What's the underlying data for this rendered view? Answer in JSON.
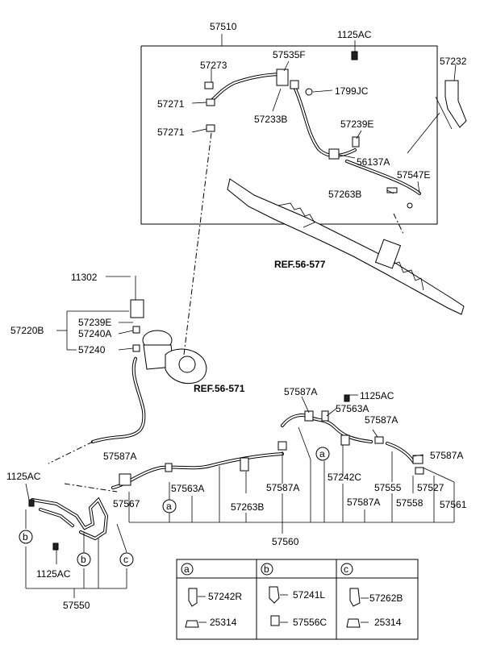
{
  "labels": {
    "p57510": "57510",
    "p1125AC_top": "1125AC",
    "p57232": "57232",
    "p57273": "57273",
    "p57535F": "57535F",
    "p1799JC": "1799JC",
    "p57271_a": "57271",
    "p57271_b": "57271",
    "p57233B": "57233B",
    "p57239E_top": "57239E",
    "p56137A": "56137A",
    "p57547E": "57547E",
    "p57263B_top": "57263B",
    "ref56577": "REF.56-577",
    "p11302": "11302",
    "p57220B": "57220B",
    "p57239E_mid": "57239E",
    "p57240A": "57240A",
    "p57240": "57240",
    "ref56571": "REF.56-571",
    "p57587A_1": "57587A",
    "p1125AC_mid": "1125AC",
    "p57563A_1": "57563A",
    "p57587A_2": "57587A",
    "p57587A_3": "57587A",
    "p57587A_4": "57587A",
    "p57242C": "57242C",
    "p57555": "57555",
    "p57527": "57527",
    "p57558": "57558",
    "p57561": "57561",
    "p57587A_5": "57587A",
    "p57587A_6": "57587A",
    "p57563A_2": "57563A",
    "p57263B_bot": "57263B",
    "p57567": "57567",
    "p57560": "57560",
    "p1125AC_left": "1125AC",
    "p1125AC_low": "1125AC",
    "p57550": "57550",
    "call_a": "a",
    "call_b": "b",
    "call_c": "c"
  },
  "legend": {
    "a": {
      "key": "a",
      "upper": "57242R",
      "lower": "25314"
    },
    "b": {
      "key": "b",
      "upper": "57241L",
      "lower": "57556C"
    },
    "c": {
      "key": "c",
      "upper": "57262B",
      "lower": "25314"
    }
  }
}
